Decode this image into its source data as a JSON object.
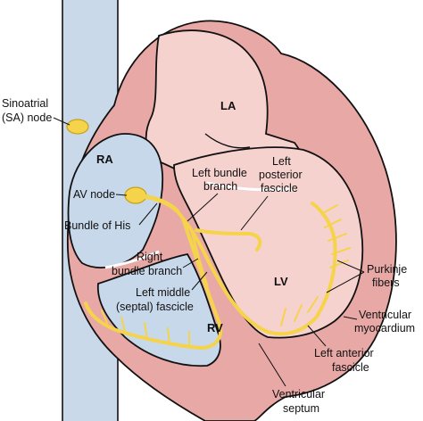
{
  "colors": {
    "vessel_blue": "#c9d9ea",
    "right_side_blue": "#c7d8ea",
    "left_side_pink": "#f6d2cf",
    "myocardium_red": "#e8a9a6",
    "outline": "#111111",
    "conduction_yellow": "#f5d34a",
    "conduction_edge": "#c8a215"
  },
  "chambers": {
    "ra": "RA",
    "la": "LA",
    "rv": "RV",
    "lv": "LV"
  },
  "labels": {
    "sa_node_line1": "Sinoatrial",
    "sa_node_line2": "(SA) node",
    "av_node": "AV node",
    "bundle_of_his": "Bundle of His",
    "left_bundle_line1": "Left bundle",
    "left_bundle_line2": "branch",
    "left_posterior_line1": "Left",
    "left_posterior_line2": "posterior",
    "left_posterior_line3": "fascicle",
    "right_bundle_line1": "Right",
    "right_bundle_line2": "bundle branch",
    "left_middle_line1": "Left middle",
    "left_middle_line2": "(septal) fascicle",
    "purkinje_line1": "Purkinje",
    "purkinje_line2": "fibers",
    "ventricular_myocardium_line1": "Ventricular",
    "ventricular_myocardium_line2": "myocardium",
    "left_anterior_line1": "Left anterior",
    "left_anterior_line2": "fascicle",
    "ventricular_septum_line1": "Ventricular",
    "ventricular_septum_line2": "septum"
  }
}
